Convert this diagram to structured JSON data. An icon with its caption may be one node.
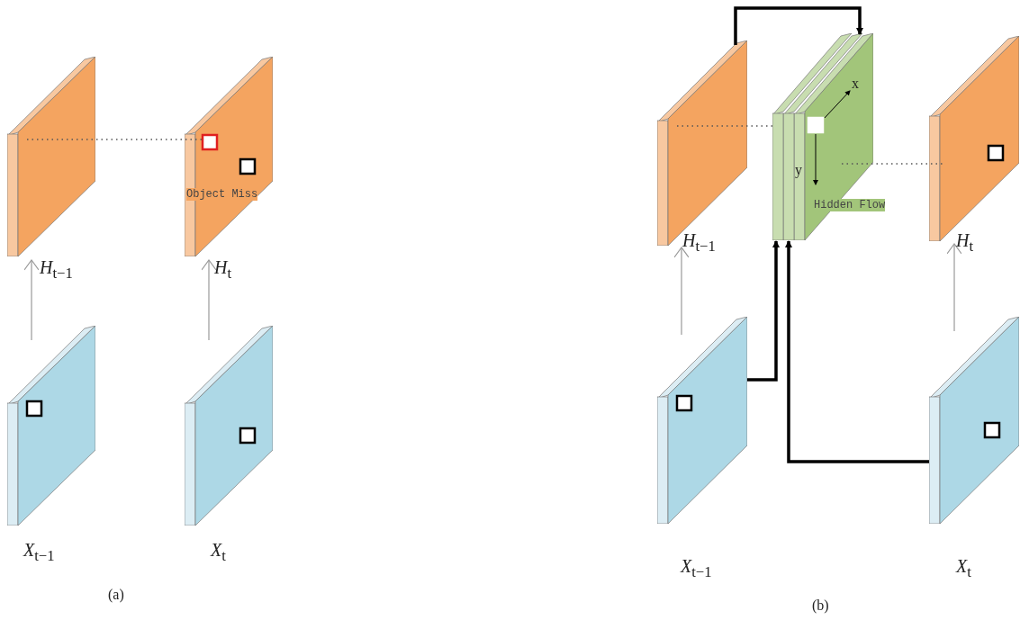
{
  "diagram": {
    "nodes": [
      {
        "text": [],
        "shape": "box",
        "beside": [
          "*H*$_{t−1}$"
        ]
      },
      {
        "text": [
          "Object Miss"
        ],
        "beside": [
          "*H*$_{t}$"
        ]
      },
      {
        "text": [],
        "shape": "box",
        "beside": [
          "*X*$_{t−1}$"
        ]
      },
      {
        "text": [],
        "shape": "box",
        "beside": [
          "*X*$_{t}$"
        ]
      },
      {
        "text": [],
        "shape": "box",
        "beside": [
          "*H*$_{t−1}$"
        ]
      },
      {
        "text": [
          "Hidden Flow"
        ]
      },
      {
        "text": [],
        "shape": "box",
        "beside": [
          "*H*$_{t}$"
        ]
      },
      {
        "text": [],
        "shape": "box",
        "beside": [
          "*X*$_{t−1}$"
        ]
      },
      {
        "text": [],
        "shape": "box",
        "beside": [
          "*X*$_{t}$"
        ]
      }
    ],
    "edges": [
      {
        "from": 2,
        "to": 0,
        "arrow": "to"
      },
      {
        "from": 3,
        "to": 1,
        "arrow": "to"
      },
      {
        "from": 0,
        "to": 1,
        "arrow": "none",
        "style": "dashed"
      },
      {
        "from": 7,
        "to": 4,
        "arrow": "to"
      },
      {
        "from": 8,
        "to": 6,
        "arrow": "to"
      },
      {
        "from": 4,
        "to": 5,
        "arrow": "to",
        "style": "thick",
        "color": "#000000"
      },
      {
        "from": 7,
        "to": 5,
        "arrow": "to",
        "style": "thick",
        "color": "#000000"
      },
      {
        "from": 8,
        "to": 5,
        "arrow": "to",
        "style": "thick",
        "color": "#000000"
      },
      {
        "from": 4,
        "to": 5,
        "arrow": "none",
        "style": "dashed"
      },
      {
        "from": 5,
        "to": 6,
        "arrow": "none",
        "style": "dashed"
      }
    ],
    "labels": [
      "x",
      "y",
      "(a)",
      "(b)"
    ]
  }
}
